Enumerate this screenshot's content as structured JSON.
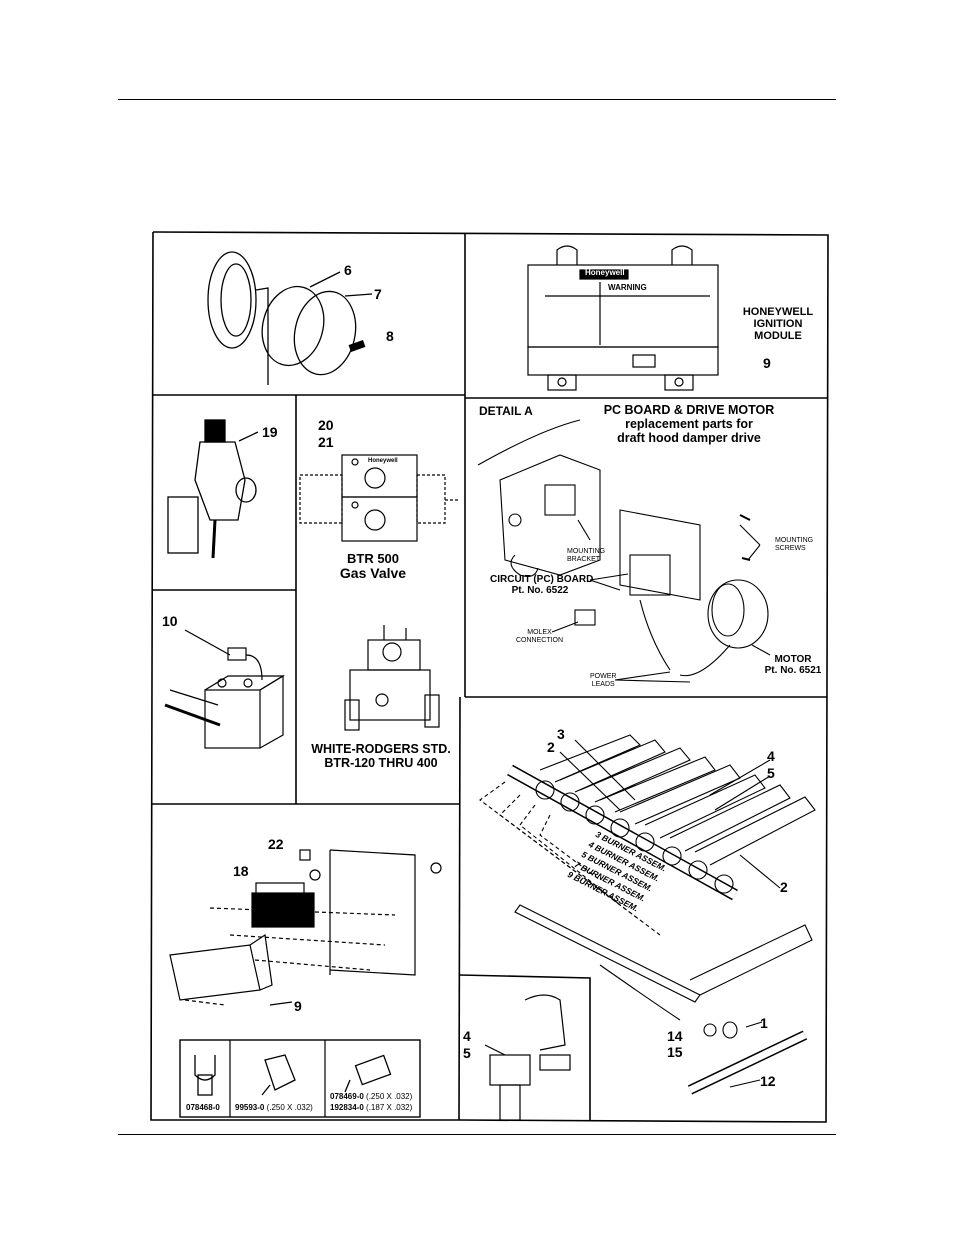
{
  "page": {
    "rule_color": "#000000"
  },
  "panels": {
    "gasket": {
      "callouts": [
        "6",
        "7",
        "8"
      ]
    },
    "ignition_module": {
      "title_line1": "HONEYWELL",
      "title_line2": "IGNITION",
      "title_line3": "MODULE",
      "number": "9",
      "brand": "Honeywell",
      "warning": "WARNING"
    },
    "relief_valve": {
      "number": "19"
    },
    "btr500": {
      "numbers": [
        "20",
        "21"
      ],
      "caption_line1": "BTR 500",
      "caption_line2": "Gas Valve",
      "brand": "Honeywell"
    },
    "thermostat": {
      "number": "10"
    },
    "white_rodgers": {
      "caption_line1": "WHITE-RODGERS STD.",
      "caption_line2": "BTR-120 THRU 400"
    },
    "detail_a": {
      "heading": "DETAIL A",
      "title_line1": "PC BOARD & DRIVE MOTOR",
      "title_line2": "replacement parts for",
      "title_line3": "draft hood damper drive",
      "mounting_bracket": [
        "MOUNTING",
        "BRACKET"
      ],
      "mounting_screws": [
        "MOUNTING",
        "SCREWS"
      ],
      "circuit_board": [
        "CIRCUIT (PC) BOARD",
        "Pt. No. 6522"
      ],
      "molex": [
        "MOLEX",
        "CONNECTION"
      ],
      "power_leads": [
        "POWER",
        "LEADS"
      ],
      "motor": [
        "MOTOR",
        "Pt. No. 6521"
      ]
    },
    "burners": {
      "numbers": {
        "n3": "3",
        "n2a": "2",
        "n4": "4",
        "n5": "5",
        "n2b": "2",
        "n14": "14",
        "n15": "15",
        "n1": "1",
        "n12": "12"
      },
      "assemblies": [
        "3 BURNER ASSEM.",
        "4 BURNER ASSEM.",
        "5 BURNER ASSEM.",
        "7 BURNER ASSEM.",
        "9 BURNER ASSEM."
      ]
    },
    "transformer": {
      "numbers": {
        "n22": "22",
        "n18": "18",
        "n9": "9"
      }
    },
    "terminals": {
      "t1": "078468-0",
      "t2_part": "99593-0",
      "t2_size": "(.250 X .032)",
      "t3_part_a": "078469-0",
      "t3_size_a": "(.250 X .032)",
      "t3_part_b": "192834-0",
      "t3_size_b": "(.187 X .032)"
    },
    "pilot": {
      "numbers": [
        "4",
        "5"
      ]
    }
  }
}
